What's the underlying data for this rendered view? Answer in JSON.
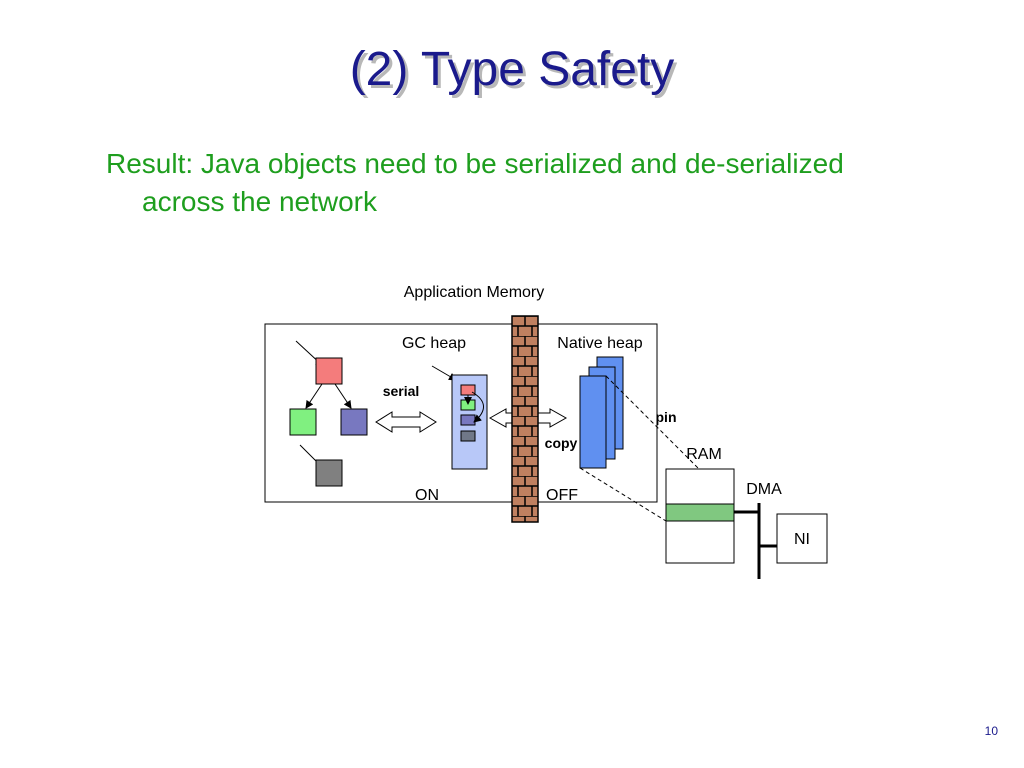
{
  "slide": {
    "title": "(2) Type Safety",
    "bullet": "Result: Java objects need to be serialized and de-serialized across the network",
    "page_number": "10"
  },
  "diagram": {
    "labels": {
      "app_memory": "Application Memory",
      "gc_heap": "GC heap",
      "native_heap": "Native heap",
      "serial": "serial",
      "pin": "pin",
      "copy": "copy",
      "ram": "RAM",
      "dma": "DMA",
      "on": "ON",
      "off": "OFF",
      "ni": "NI"
    },
    "colors": {
      "root_object": "#f47c7c",
      "child_green": "#80f080",
      "child_purple": "#7878c0",
      "grandchild_gray": "#808080",
      "gc_buffer": "#b8c8f8",
      "native_buffer": "#6090f0",
      "brick": "#c08060",
      "dma_bar": "#80c880"
    }
  }
}
